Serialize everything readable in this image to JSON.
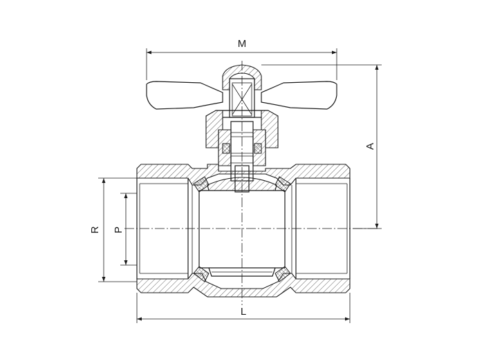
{
  "drawing": {
    "labels": {
      "M": "M",
      "A": "A",
      "R": "R",
      "P": "P",
      "L": "L"
    },
    "colors": {
      "line": "#1a1a1a",
      "background": "#ffffff"
    }
  }
}
